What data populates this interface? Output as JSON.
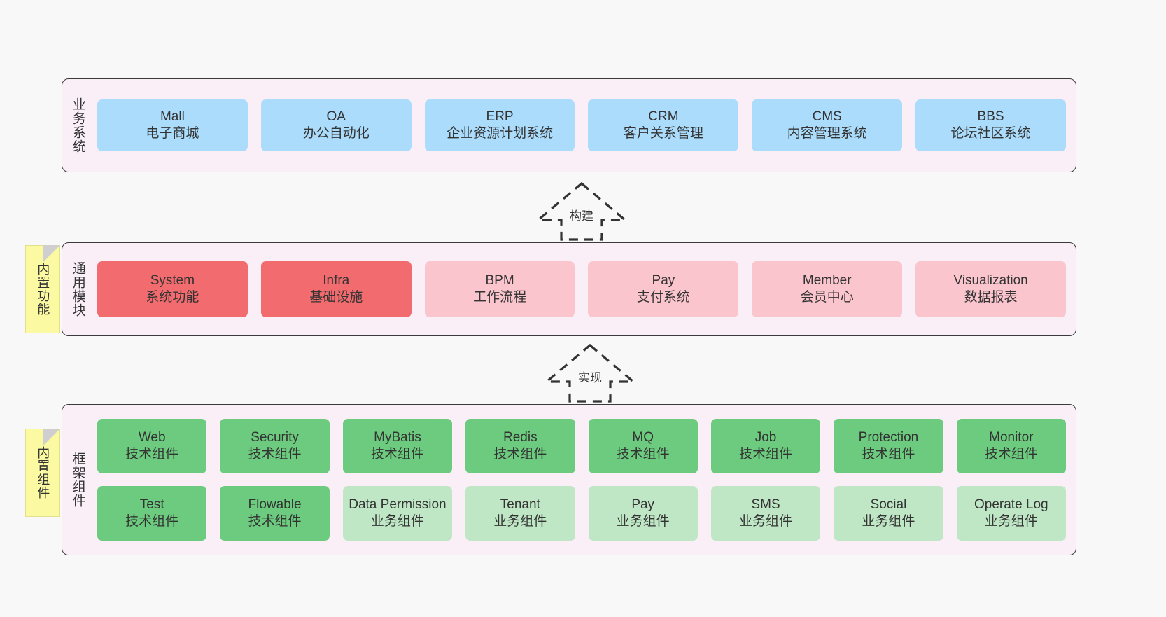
{
  "diagram": {
    "background_color": "#f8f8f8",
    "panel_color": "#faeef7",
    "panel_border_color": "#3a3a3a"
  },
  "layers": {
    "business": {
      "title": "业务系统",
      "card_color": "#abdcfb",
      "cards": [
        {
          "en": "Mall",
          "cn": "电子商城"
        },
        {
          "en": "OA",
          "cn": "办公自动化"
        },
        {
          "en": "ERP",
          "cn": "企业资源计划系统"
        },
        {
          "en": "CRM",
          "cn": "客户关系管理"
        },
        {
          "en": "CMS",
          "cn": "内容管理系统"
        },
        {
          "en": "BBS",
          "cn": "论坛社区系统"
        }
      ]
    },
    "modules": {
      "title": "通用模块",
      "sticky_label": "内置功能",
      "card_color_strong": "#f26b6e",
      "card_color_soft": "#fbc5ce",
      "cards": [
        {
          "en": "System",
          "cn": "系统功能",
          "emphasis": "strong"
        },
        {
          "en": "Infra",
          "cn": "基础设施",
          "emphasis": "strong"
        },
        {
          "en": "BPM",
          "cn": "工作流程",
          "emphasis": "soft"
        },
        {
          "en": "Pay",
          "cn": "支付系统",
          "emphasis": "soft"
        },
        {
          "en": "Member",
          "cn": "会员中心",
          "emphasis": "soft"
        },
        {
          "en": "Visualization",
          "cn": "数据报表",
          "emphasis": "soft"
        }
      ]
    },
    "framework": {
      "title": "框架组件",
      "sticky_label": "内置组件",
      "card_color_strong": "#6ccb7e",
      "card_color_soft": "#bfe7c6",
      "row1": [
        {
          "en": "Web",
          "cn": "技术组件"
        },
        {
          "en": "Security",
          "cn": "技术组件"
        },
        {
          "en": "MyBatis",
          "cn": "技术组件"
        },
        {
          "en": "Redis",
          "cn": "技术组件"
        },
        {
          "en": "MQ",
          "cn": "技术组件"
        },
        {
          "en": "Job",
          "cn": "技术组件"
        },
        {
          "en": "Protection",
          "cn": "技术组件"
        },
        {
          "en": "Monitor",
          "cn": "技术组件"
        }
      ],
      "row2": [
        {
          "en": "Test",
          "cn": "技术组件",
          "emphasis": "strong"
        },
        {
          "en": "Flowable",
          "cn": "技术组件",
          "emphasis": "strong"
        },
        {
          "en": "Data Permission",
          "cn": "业务组件",
          "emphasis": "soft"
        },
        {
          "en": "Tenant",
          "cn": "业务组件",
          "emphasis": "soft"
        },
        {
          "en": "Pay",
          "cn": "业务组件",
          "emphasis": "soft"
        },
        {
          "en": "SMS",
          "cn": "业务组件",
          "emphasis": "soft"
        },
        {
          "en": "Social",
          "cn": "业务组件",
          "emphasis": "soft"
        },
        {
          "en": "Operate Log",
          "cn": "业务组件",
          "emphasis": "soft"
        }
      ]
    }
  },
  "arrows": [
    {
      "name": "build",
      "label": "构建",
      "style": "dashed-block-arrow-up"
    },
    {
      "name": "implement",
      "label": "实现",
      "style": "dashed-block-arrow-up"
    }
  ]
}
